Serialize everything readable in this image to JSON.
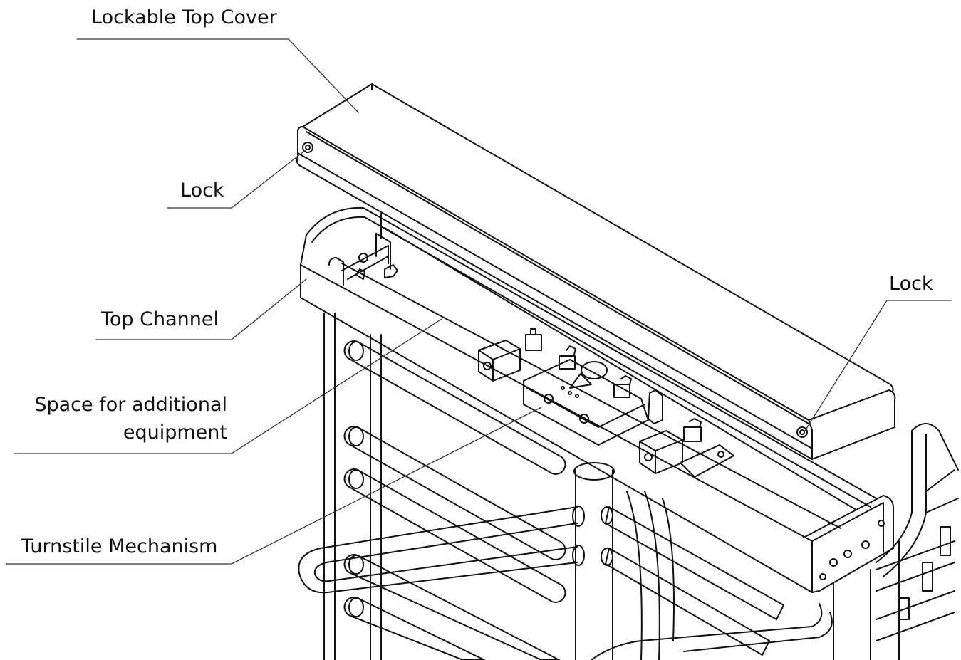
{
  "callouts": {
    "top_cover": "Lockable Top Cover",
    "lock_left": "Lock",
    "lock_right": "Lock",
    "top_channel": "Top Channel",
    "space_line1": "Space for additional",
    "space_line2": "equipment",
    "mechanism": "Turnstile Mechanism"
  },
  "colors": {
    "line": "#111111",
    "background": "#ffffff",
    "leader": "#333333"
  }
}
